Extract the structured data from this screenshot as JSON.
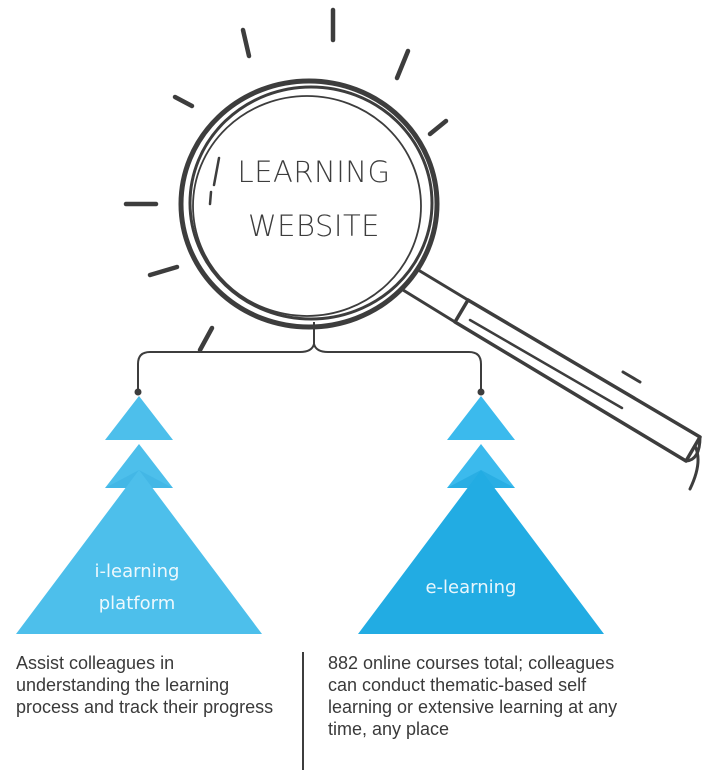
{
  "magnifier": {
    "title_line1": "LEARNING",
    "title_line2": "WEBSITE"
  },
  "branches": [
    {
      "label_line1": "i-learning",
      "label_line2": "platform",
      "description": "Assist colleagues in understanding the learning process and track their progress",
      "color": "#4dbfeb"
    },
    {
      "label_line1": "e-learning",
      "description": "882 online courses total; colleagues can conduct thematic-based self learning or extensive learning at any time, any place",
      "color": "#2bb3e8"
    }
  ],
  "colors": {
    "ink": "#3d3d3d",
    "text": "#3a3a3a",
    "triangle_light": "#4dbfeb",
    "triangle_dark": "#22ace3"
  },
  "icons": [
    "magnifying-glass-icon",
    "sun-ray-icon"
  ]
}
